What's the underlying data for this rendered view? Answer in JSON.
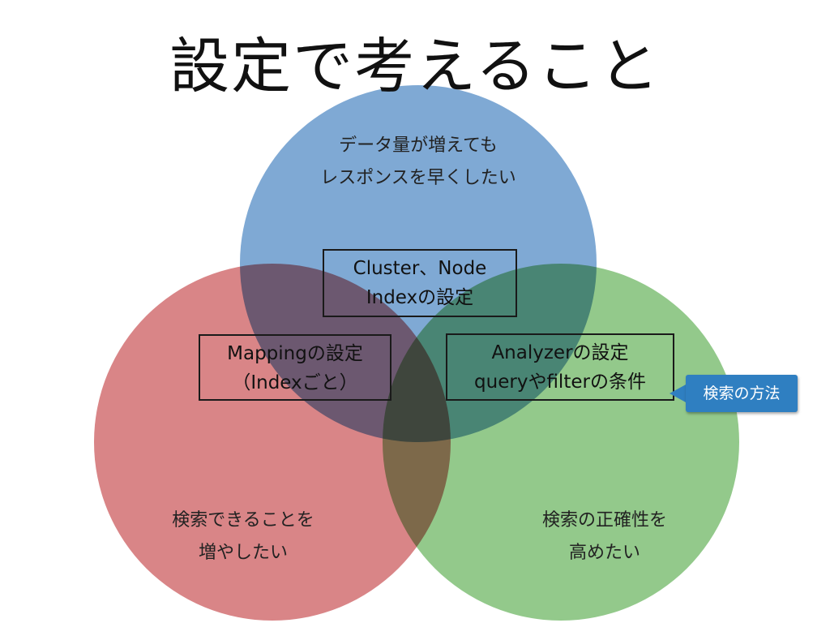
{
  "title": "設定で考えること",
  "circles": {
    "top": {
      "line1": "データ量が増えても",
      "line2": "レスポンスを早くしたい",
      "color": "#7fa9d4"
    },
    "left": {
      "line1": "検索できることを",
      "line2": "増やしたい",
      "color": "#d98587"
    },
    "right": {
      "line1": "検索の正確性を",
      "line2": "高めたい",
      "color": "#93c98b"
    }
  },
  "boxes": {
    "cluster": {
      "line1": "Cluster、Node",
      "line2": "Indexの設定"
    },
    "mapping": {
      "line1": "Mappingの設定",
      "line2": "（Indexごと）"
    },
    "analyzer": {
      "line1": "Analyzerの設定",
      "line2": "queryやfilterの条件"
    }
  },
  "callout": {
    "label": "検索の方法",
    "color": "#2f7fc1"
  }
}
